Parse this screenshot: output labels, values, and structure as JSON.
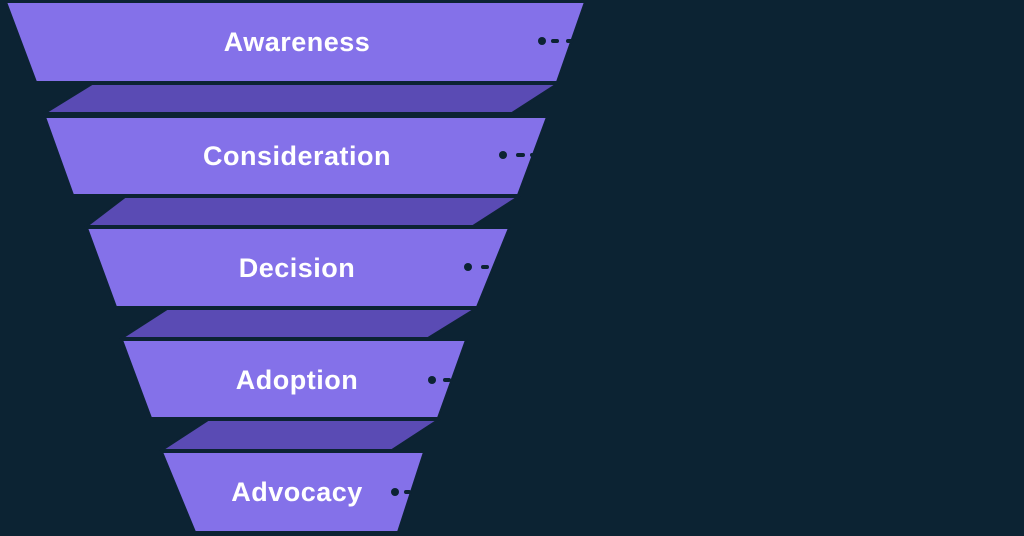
{
  "colors": {
    "background": "#0C2333",
    "stage_front": "#8471E9",
    "stage_fold": "#5A4BB4",
    "label": "#FFFFFF",
    "leader_mark": "#0C2333"
  },
  "funnel": {
    "stages": [
      {
        "label": "Awareness"
      },
      {
        "label": "Consideration"
      },
      {
        "label": "Decision"
      },
      {
        "label": "Adoption"
      },
      {
        "label": "Advocacy"
      }
    ]
  }
}
